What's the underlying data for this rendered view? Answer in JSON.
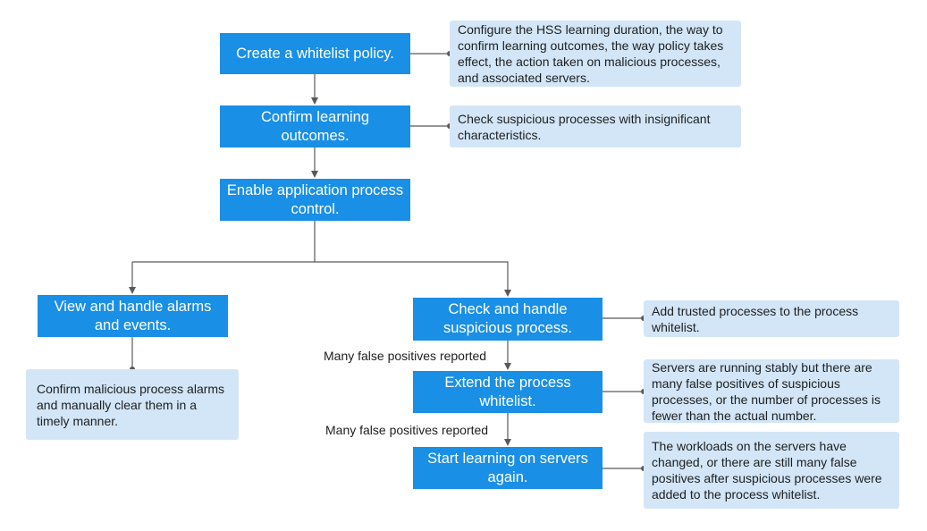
{
  "steps": {
    "create_policy": "Create a whitelist policy.",
    "confirm_outcomes": "Confirm learning outcomes.",
    "enable_control": "Enable application process control.",
    "view_alarms": "View and handle alarms and events.",
    "check_suspicious": "Check and handle suspicious process.",
    "extend_whitelist": "Extend the process whitelist.",
    "start_learning": "Start learning on servers again."
  },
  "notes": {
    "create_policy": "Configure the HSS learning duration, the way to confirm learning outcomes, the way policy takes effect, the action taken on malicious processes, and associated servers.",
    "confirm_outcomes": "Check suspicious processes with insignificant characteristics.",
    "view_alarms": "Confirm malicious process alarms and manually clear them in a timely manner.",
    "check_suspicious": "Add trusted processes to the process whitelist.",
    "extend_whitelist": "Servers are running stably but there are many false positives of suspicious processes, or the number of processes is fewer than the actual number.",
    "start_learning": "The workloads on the servers have changed, or there are still many false positives after suspicious processes were added to the process whitelist."
  },
  "edge_labels": {
    "to_extend": "Many false positives reported",
    "to_start_learning": "Many false positives reported"
  },
  "colors": {
    "step_fill": "#1a8fe6",
    "step_text": "#ffffff",
    "note_fill": "#d2e6f7",
    "note_text": "#1e1e1e",
    "connector": "#595959"
  }
}
